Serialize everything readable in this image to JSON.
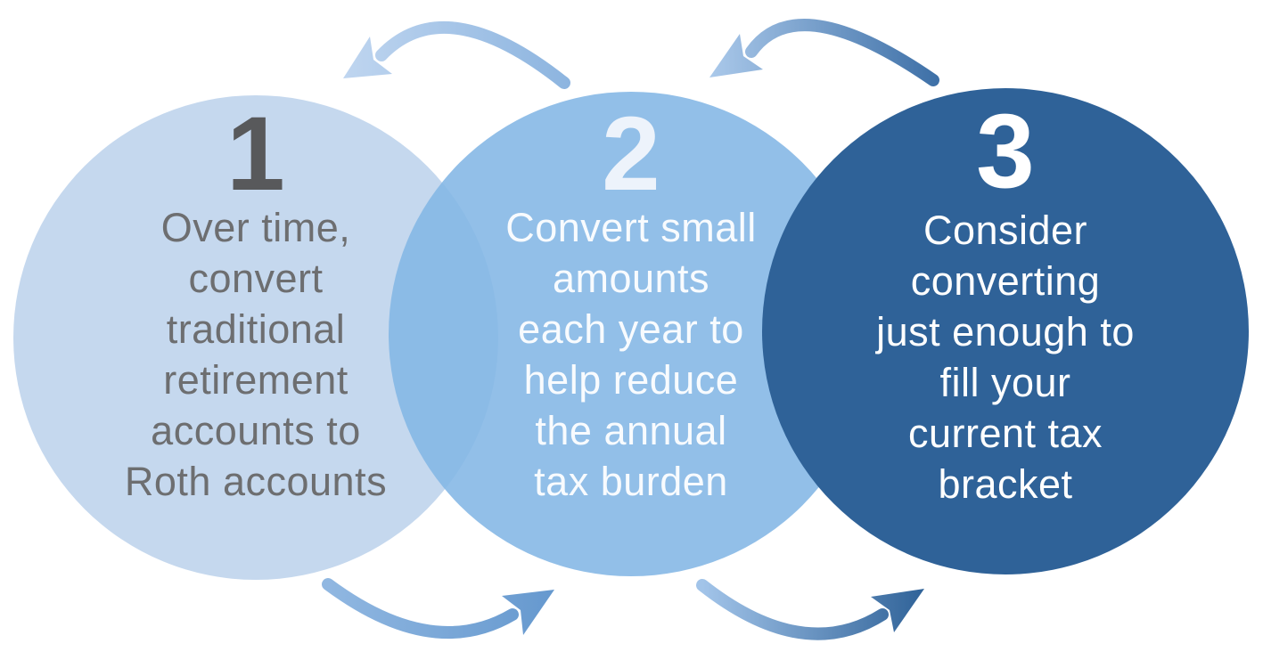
{
  "diagram": {
    "kind": "three-step-cycle-infographic",
    "steps": [
      {
        "number": "1",
        "lines": [
          "Over time,",
          "convert",
          "traditional",
          "retirement",
          "accounts to",
          "Roth accounts"
        ]
      },
      {
        "number": "2",
        "lines": [
          "Convert small",
          "amounts",
          "each year to",
          "help reduce",
          "the annual",
          "tax burden"
        ]
      },
      {
        "number": "3",
        "lines": [
          "Consider",
          "converting",
          "just enough to",
          "fill your",
          "current tax",
          "bracket"
        ]
      }
    ]
  },
  "colors": {
    "background": "#ffffff",
    "circle-1-fill": "#c5d8ee",
    "circle-2-fill": "#92bfe8",
    "circle-2-overlap": "#8ab9e6",
    "circle-3-fill": "#2f6298",
    "step-1-number": "#58595b",
    "step-1-text": "#6d6e70",
    "step-2-number": "#edf3fb",
    "step-2-text": "#f8fbfe",
    "step-3-number": "#ffffff",
    "step-3-text": "#fefefe",
    "arrow-top-left-light": "#c0d6f0",
    "arrow-top-left-dark": "#8cb4df",
    "arrow-top-right-light": "#adcbec",
    "arrow-top-right-dark": "#3e70a7",
    "arrow-bottom-left-light": "#90b7e1",
    "arrow-bottom-left-dark": "#6598ce",
    "arrow-bottom-right-light": "#a2c4e9",
    "arrow-bottom-right-dark": "#2e6197"
  }
}
